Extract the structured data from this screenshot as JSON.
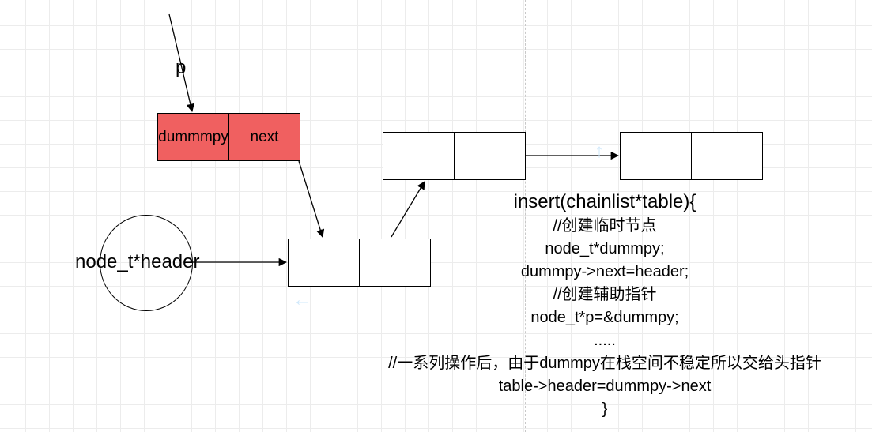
{
  "pointer_label": "p",
  "dummy_node": {
    "data": "dummmpy",
    "next": "next",
    "fill_color": "#f06060"
  },
  "header_label": "node_t*header",
  "code_lines": [
    "insert(chainlist*table){",
    "//创建临时节点",
    "node_t*dummpy;",
    "dummpy->next=header;",
    "//创建辅助指针",
    "node_t*p=&dummpy;",
    ".....",
    "//一系列操作后，由于dummpy在栈空间不稳定所以交给头指针",
    "table->header=dummpy->next",
    "}"
  ]
}
